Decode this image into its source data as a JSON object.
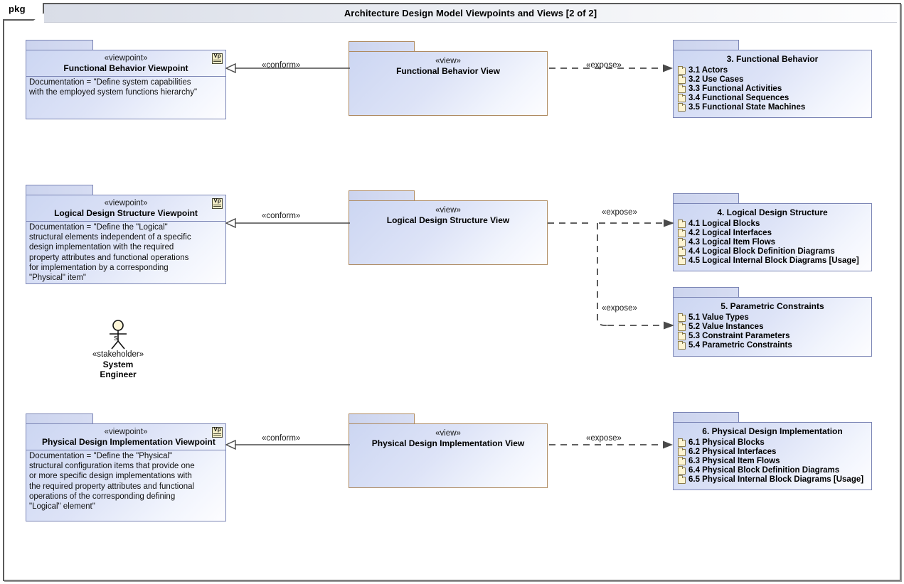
{
  "frame": {
    "tag": "pkg",
    "title": "Architecture Design Model Viewpoints and Views  [2 of 2]"
  },
  "icons": {
    "viewpoint_badge": "viewpoint-badge-icon",
    "folder": "folder-icon",
    "actor": "actor-stick-figure-icon"
  },
  "viewpoints": [
    {
      "stereotype": "«viewpoint»",
      "name": "Functional Behavior Viewpoint",
      "badge": "Vp",
      "documentation": "Documentation = \"Define system capabilities\nwith the employed system functions hierarchy\""
    },
    {
      "stereotype": "«viewpoint»",
      "name": "Logical Design Structure Viewpoint",
      "badge": "Vp",
      "documentation": "Documentation = \"Define the \"Logical\"\nstructural elements independent of a specific\ndesign implementation with the required\nproperty attributes and functional operations\nfor implementation by a corresponding\n\"Physical\" item\""
    },
    {
      "stereotype": "«viewpoint»",
      "name": "Physical Design Implementation Viewpoint",
      "badge": "Vp",
      "documentation": "Documentation = \"Define the \"Physical\"\nstructural configuration items that provide one\nor more specific design implementations with\nthe required property attributes and functional\noperations of the corresponding defining\n\"Logical\" element\""
    }
  ],
  "views": [
    {
      "stereotype": "«view»",
      "name": "Functional Behavior View"
    },
    {
      "stereotype": "«view»",
      "name": "Logical Design Structure View"
    },
    {
      "stereotype": "«view»",
      "name": "Physical Design Implementation View"
    }
  ],
  "packages": [
    {
      "title": "3. Functional Behavior",
      "items": [
        "3.1 Actors",
        "3.2 Use Cases",
        "3.3 Functional Activities",
        "3.4 Functional Sequences",
        "3.5 Functional State Machines"
      ]
    },
    {
      "title": "4. Logical Design Structure",
      "items": [
        "4.1 Logical Blocks",
        "4.2 Logical Interfaces",
        "4.3 Logical Item Flows",
        "4.4 Logical Block Definition Diagrams",
        "4.5 Logical Internal Block Diagrams [Usage]"
      ]
    },
    {
      "title": "5. Parametric Constraints",
      "items": [
        "5.1 Value Types",
        "5.2 Value Instances",
        "5.3 Constraint Parameters",
        "5.4 Parametric Constraints"
      ]
    },
    {
      "title": "6. Physical Design Implementation",
      "items": [
        "6.1 Physical Blocks",
        "6.2 Physical Interfaces",
        "6.3 Physical Item Flows",
        "6.4 Physical Block Definition Diagrams",
        "6.5 Physical Internal Block Diagrams [Usage]"
      ]
    }
  ],
  "edges": {
    "conform": "«conform»",
    "expose": "«expose»"
  },
  "stakeholder": {
    "stereotype": "«stakeholder»",
    "name_line1": "System",
    "name_line2": "Engineer",
    "marker": "s"
  },
  "colors": {
    "node_border": "#7b85b5",
    "view_border": "#ae8a61",
    "node_fill_start": "#ccd6f2",
    "node_fill_end": "#fdfdff",
    "frame_border": "#5a5a5a",
    "connector": "#4a4a4a",
    "folder_fill": "#fdf4d2"
  }
}
